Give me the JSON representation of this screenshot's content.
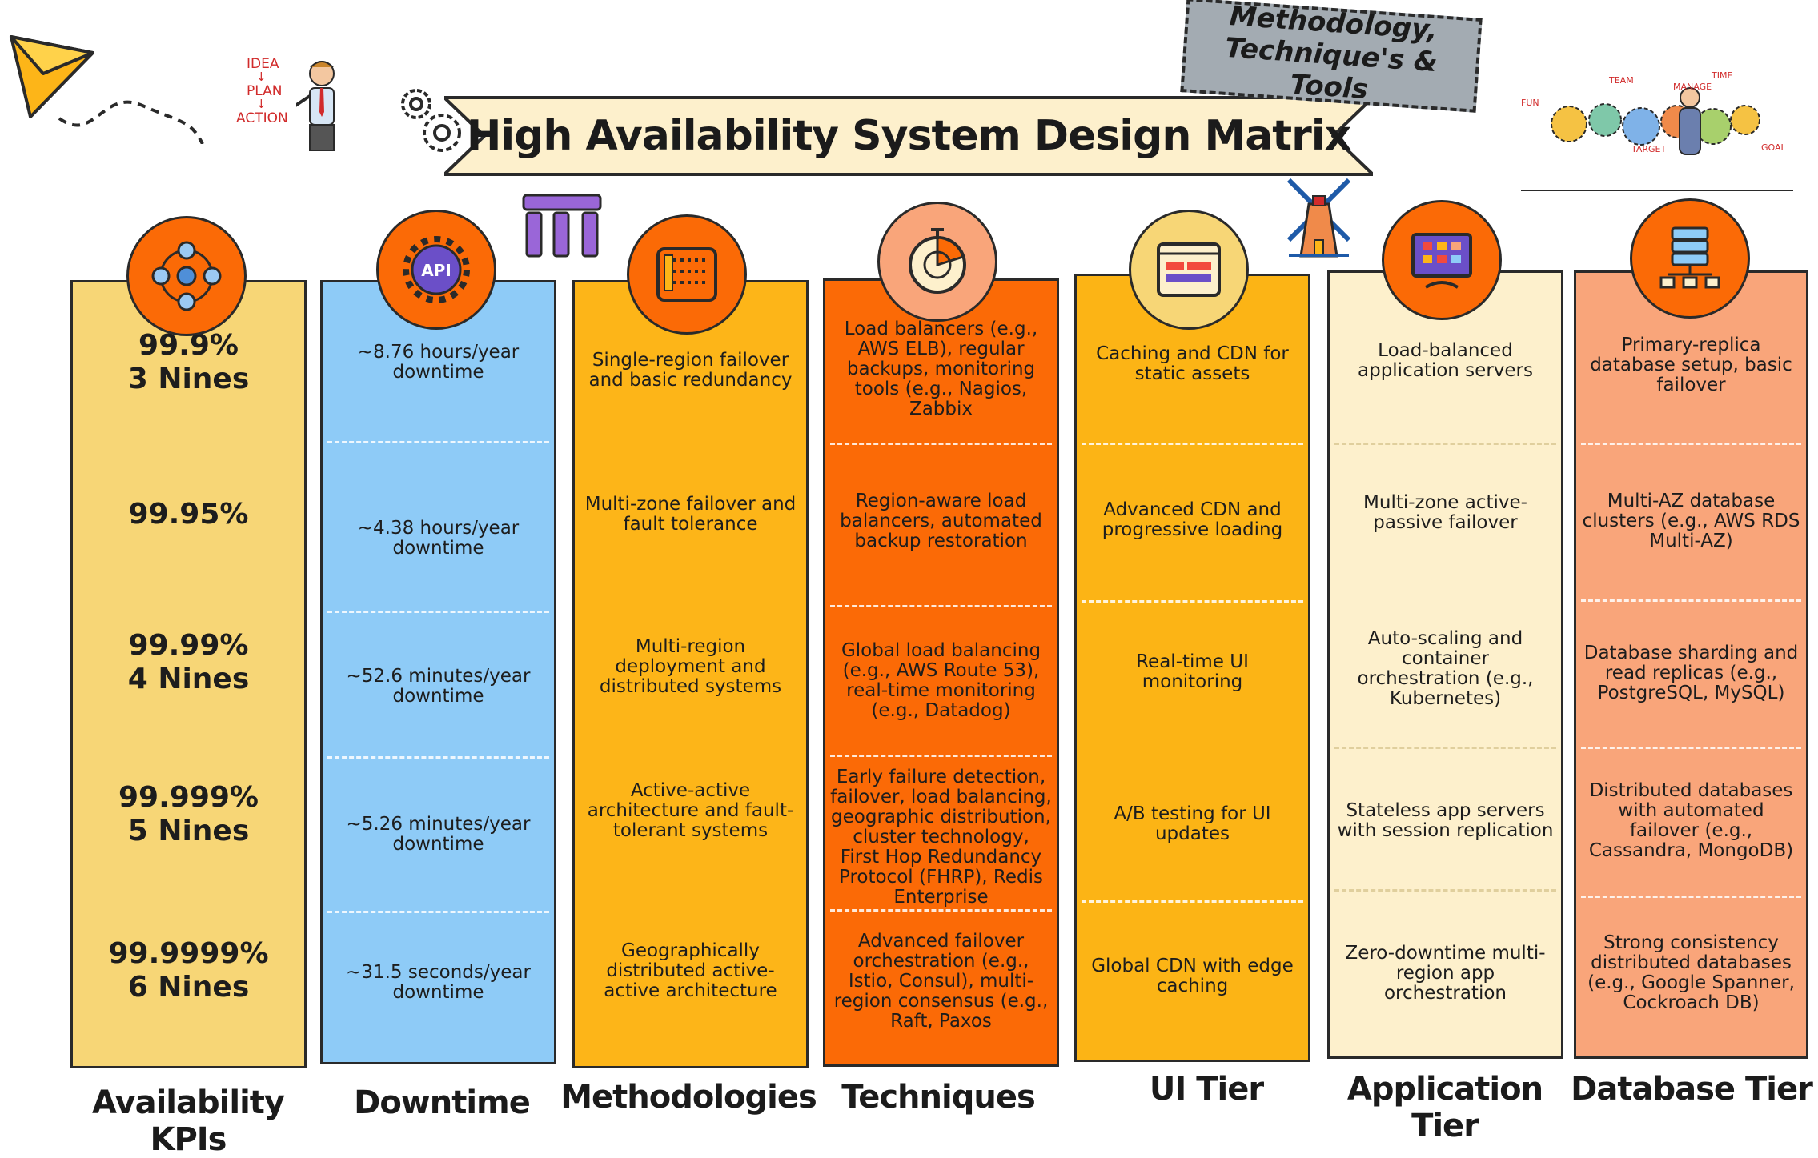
{
  "banner": {
    "title": "High Availability System Design Matrix",
    "tag": "Methodology,\nTechnique's & Tools"
  },
  "sketch": {
    "idea": "IDEA",
    "plan": "PLAN",
    "action": "ACTION",
    "arrow": "↓",
    "team": "TEAM",
    "manage": "MANAGE",
    "time": "TIME",
    "fun": "FUN",
    "target": "TARGET",
    "goal": "GOAL"
  },
  "icons": {
    "api_label": "API"
  },
  "colors": {
    "kpi": "#f7d676",
    "downtime": "#8ecbf7",
    "methodologies": "#fdb518",
    "techniques": "#fb6a06",
    "ui": "#fcb415",
    "app": "#fdf0cc",
    "db": "#f9a57a",
    "circle": "#fb6a06"
  },
  "columns": [
    {
      "id": "kpi",
      "label": "Availability KPIs",
      "icon": "network-users-icon",
      "cells": [
        "99.9%\n3 Nines",
        "99.95%",
        "99.99%\n4 Nines",
        "99.999%\n5 Nines",
        "99.9999%\n6 Nines"
      ]
    },
    {
      "id": "downtime",
      "label": "Downtime",
      "icon": "api-gear-icon",
      "cells": [
        "~8.76 hours/year\ndowntime",
        "~4.38 hours/year\ndowntime",
        "~52.6 minutes/year\ndowntime",
        "~5.26 minutes/year\ndowntime",
        "~31.5 seconds/year\ndowntime"
      ]
    },
    {
      "id": "methodologies",
      "label": "Methodologies",
      "icon": "dashboard-panel-icon",
      "cells": [
        "Single-region failover\nand basic redundancy",
        "Multi-zone failover and\nfault tolerance",
        "Multi-region\ndeployment and\ndistributed systems",
        "Active-active\narchitecture and fault-\ntolerant systems",
        "Geographically\ndistributed active-\nactive architecture"
      ]
    },
    {
      "id": "techniques",
      "label": "Techniques",
      "icon": "pie-compass-icon",
      "cells": [
        "Load balancers (e.g.,\nAWS ELB), regular\nbackups, monitoring\ntools (e.g., Nagios,\nZabbix",
        "Region-aware load\nbalancers, automated\nbackup restoration",
        "Global load balancing\n(e.g., AWS Route 53),\nreal-time monitoring\n(e.g., Datadog)",
        "Early failure detection,\nfailover, load balancing,\ngeographic distribution,\ncluster technology,\nFirst Hop Redundancy\nProtocol (FHRP), Redis\nEnterprise",
        "Advanced failover\norchestration (e.g.,\nIstio, Consul), multi-\nregion consensus (e.g.,\nRaft, Paxos"
      ]
    },
    {
      "id": "ui",
      "label": "UI Tier",
      "icon": "browser-window-icon",
      "cells": [
        "Caching and CDN for\nstatic assets",
        "Advanced CDN and\nprogressive loading",
        "Real-time UI\nmonitoring",
        "A/B testing for UI\nupdates",
        "Global CDN with edge\ncaching"
      ]
    },
    {
      "id": "app",
      "label": "Application Tier",
      "icon": "monitor-icon",
      "cells": [
        "Load-balanced\napplication servers",
        "Multi-zone active-\npassive failover",
        "Auto-scaling and\ncontainer\norchestration (e.g.,\nKubernetes)",
        "Stateless app servers\nwith session replication",
        "Zero-downtime multi-\nregion app\norchestration"
      ]
    },
    {
      "id": "db",
      "label": "Database Tier",
      "icon": "database-server-icon",
      "cells": [
        "Primary-replica\ndatabase setup, basic\nfailover",
        "Multi-AZ database\nclusters (e.g., AWS RDS\nMulti-AZ)",
        "Database sharding and\nread replicas (e.g.,\nPostgreSQL, MySQL)",
        "Distributed databases\nwith automated\nfailover (e.g.,\nCassandra, MongoDB)",
        "Strong consistency\ndistributed databases\n(e.g., Google Spanner,\nCockroach DB)"
      ]
    }
  ]
}
